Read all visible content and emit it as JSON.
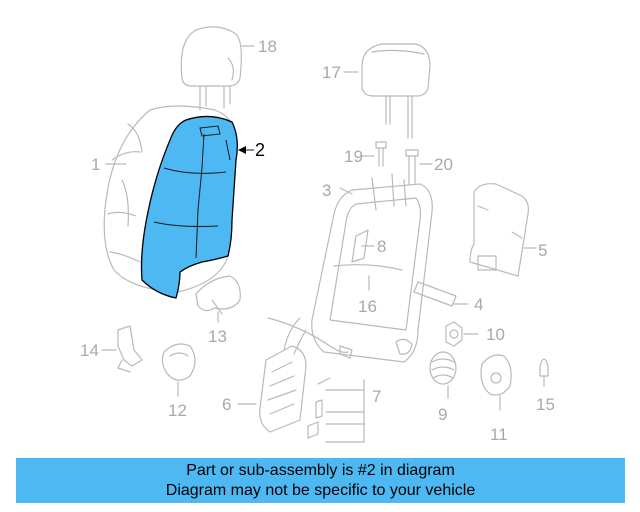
{
  "callouts": {
    "c1": "1",
    "c2": "2",
    "c3": "3",
    "c4": "4",
    "c5": "5",
    "c6": "6",
    "c7": "7",
    "c8": "8",
    "c9": "9",
    "c10": "10",
    "c11": "11",
    "c12": "12",
    "c13": "13",
    "c14": "14",
    "c15": "15",
    "c16": "16",
    "c17": "17",
    "c18": "18",
    "c19": "19",
    "c20": "20"
  },
  "highlighted_part": "2",
  "colors": {
    "highlight": "#4db8f2",
    "line_art": "#b9b9b9",
    "label": "#a9a9a9"
  },
  "banner": {
    "line1": "Part or sub-assembly is #2 in diagram",
    "line2": "Diagram may not be specific to your vehicle"
  }
}
